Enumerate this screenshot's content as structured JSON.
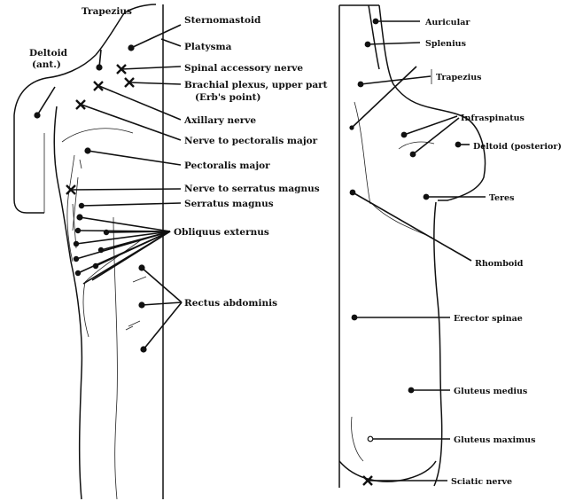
{
  "figure": {
    "front_labels": {
      "trapezius": "Trapezius",
      "deltoid_ant_1": "Deltoid",
      "deltoid_ant_2": "(ant.)",
      "sternomastoid": "Sternomastoid",
      "platysma": "Platysma",
      "spinal_accessory": "Spinal accessory nerve",
      "brachial_plexus_1": "Brachial plexus, upper part",
      "brachial_plexus_2": "(Erb's point)",
      "axillary": "Axillary nerve",
      "nerve_pectoralis": "Nerve to pectoralis major",
      "pectoralis_major": "Pectoralis major",
      "nerve_serratus": "Nerve to serratus magnus",
      "serratus_magnus": "Serratus magnus",
      "obliquus_externus": "Obliquus externus",
      "rectus_abdominis": "Rectus abdominis"
    },
    "back_labels": {
      "auricular": "Auricular",
      "splenius": "Splenius",
      "trapezius": "Trapezius",
      "infraspinatus": "Infraspinatus",
      "deltoid_posterior": "Deltoid (posterior)",
      "teres": "Teres",
      "rhomboid": "Rhomboid",
      "erector_spinae": "Erector spinae",
      "gluteus_medius": "Gluteus medius",
      "gluteus_maximus": "Gluteus maximus",
      "sciatic_nerve": "Sciatic nerve"
    }
  }
}
